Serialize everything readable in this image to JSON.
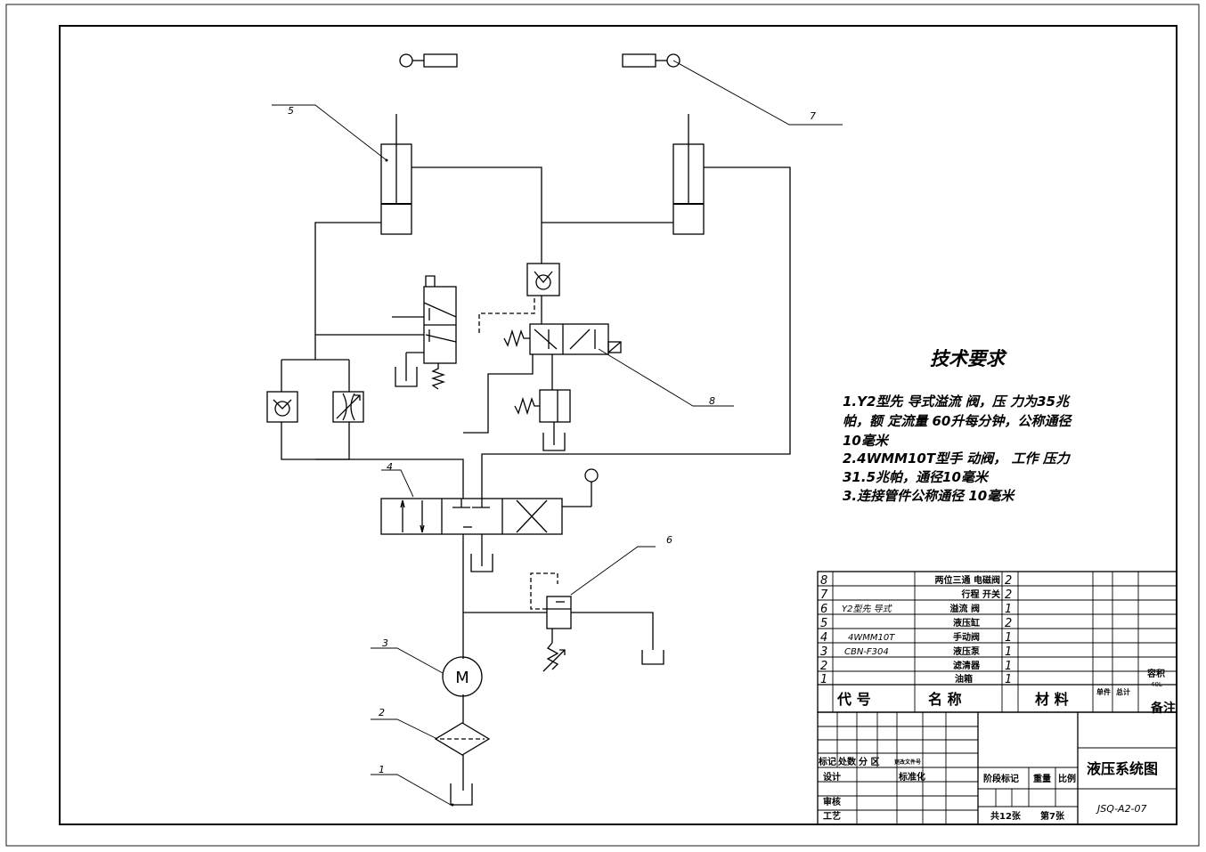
{
  "callouts": [
    "1",
    "2",
    "3",
    "4",
    "5",
    "6",
    "7",
    "8"
  ],
  "motor_label": "M",
  "tech": {
    "title": "技术要求",
    "lines": [
      "1.Y2型先 导式溢流 阀，压 力为35兆",
      "帕，额 定流量 60升每分钟，公称通径",
      "10毫米",
      "2.4WMM10T型手 动阀， 工作 压力",
      "31.5兆帕，通径10毫米",
      "3.连接管件公称通径   10毫米"
    ]
  },
  "parts": [
    {
      "no": "8",
      "code": "",
      "name": "两位三通 电磁阀",
      "qty": "2"
    },
    {
      "no": "7",
      "code": "",
      "name": "行程 开关",
      "qty": "2"
    },
    {
      "no": "6",
      "code": "Y2型先 导式",
      "name": "溢流 阀",
      "qty": "1"
    },
    {
      "no": "5",
      "code": "",
      "name": "液压缸",
      "qty": "2"
    },
    {
      "no": "4",
      "code": "4WMM10T",
      "name": "手动阀",
      "qty": "1"
    },
    {
      "no": "3",
      "code": "CBN-F304",
      "name": "液压泵",
      "qty": "1"
    },
    {
      "no": "2",
      "code": "",
      "name": "滤清器",
      "qty": "1"
    },
    {
      "no": "1",
      "code": "",
      "name": "油箱",
      "qty": "1"
    }
  ],
  "table_header": {
    "code": "代      号",
    "name": "名       称",
    "material": "材  料",
    "unit": "单件",
    "total": "总计",
    "remark": "备注",
    "volume": "容积",
    "volume_val": "40L"
  },
  "title_block": {
    "rev_mark": "标记",
    "rev_count": "处数",
    "rev_zone": "分 区",
    "rev_doc": "更改文件号",
    "design": "设计",
    "standard": "标准化",
    "check": "审核",
    "process": "工艺",
    "stage": "阶段标记",
    "weight": "重量",
    "scale": "比例",
    "drawing_title": "液压系统图",
    "drawing_no": "JSQ-A2-07",
    "total_sheets": "共12张",
    "sheet": "第7张"
  }
}
